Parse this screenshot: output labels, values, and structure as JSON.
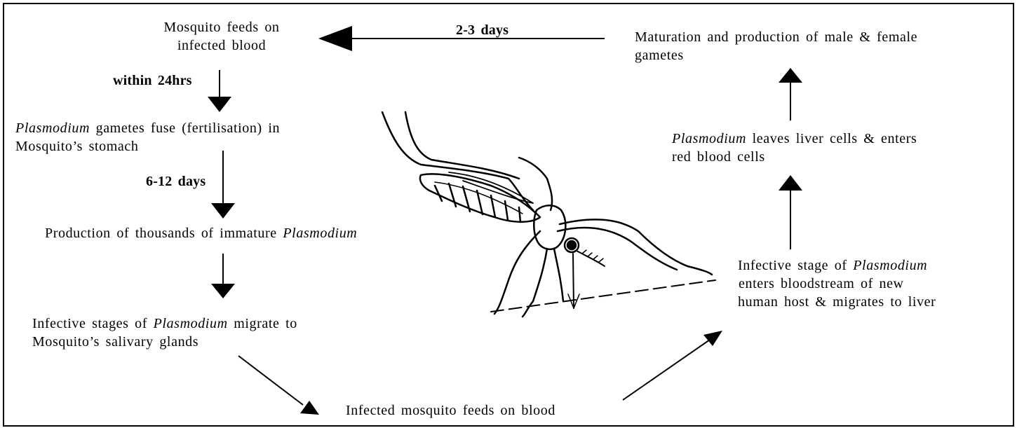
{
  "stages": {
    "feeds_infected": [
      "Mosquito feeds on",
      "infected blood"
    ],
    "fusion": {
      "line1_italic": "Plasmodium",
      "line1_rest": " gametes fuse (fertilisation) in",
      "line2": "Mosquito’s stomach"
    },
    "production": {
      "text": "Production of thousands of immature ",
      "italic": "Plasmodium"
    },
    "migrate_salivary": {
      "line1_pre": "Infective stages of ",
      "line1_italic": "Plasmodium",
      "line1_post": " migrate to",
      "line2": "Mosquito’s salivary glands"
    },
    "infected_feeds": "Infected mosquito feeds on blood",
    "enters_bloodstream": {
      "line1_pre": "Infective stage of ",
      "line1_italic": "Plasmodium",
      "line2": "enters bloodstream of new",
      "line3": "human host & migrates to liver"
    },
    "leaves_liver": {
      "line1_italic": "Plasmodium",
      "line1_rest": " leaves liver cells & enters",
      "line2": "red blood cells"
    },
    "maturation": {
      "line1": "Maturation and production of male & female",
      "line2": "gametes"
    }
  },
  "durations": {
    "within_24hrs": "within 24hrs",
    "six_twelve_days": "6-12 days",
    "two_three_days": "2-3 days"
  },
  "illustration": "mosquito-illustration"
}
